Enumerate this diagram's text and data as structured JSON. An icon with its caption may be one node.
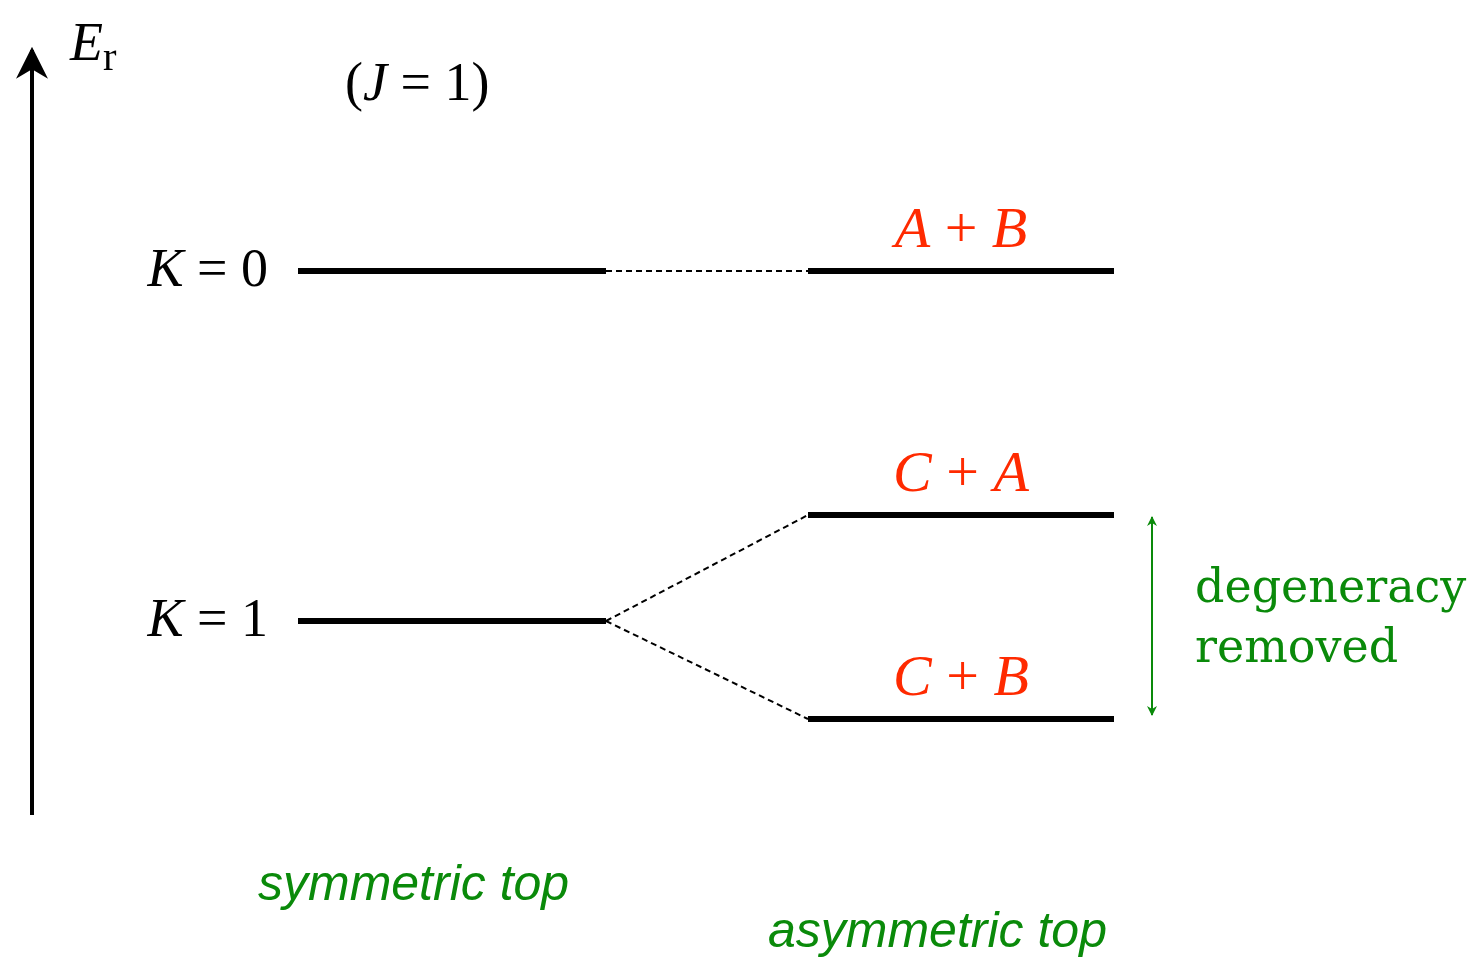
{
  "diagram": {
    "nodes": [
      {
        "text": [],
        "shape": "bar",
        "beside": [
          "*K* = 0"
        ]
      },
      {
        "text": [],
        "shape": "bar",
        "beside": [
          "*K* = 1"
        ]
      },
      {
        "text": [],
        "shape": "bar",
        "beside": [
          "*A* + *B*"
        ]
      },
      {
        "text": [],
        "shape": "bar",
        "beside": [
          "*C* + *A*"
        ]
      },
      {
        "text": [],
        "shape": "bar",
        "beside": [
          "*C* + *B*"
        ]
      }
    ],
    "edges": [
      {
        "from": 0,
        "to": 2,
        "arrow": "none",
        "style": "dashed"
      },
      {
        "from": 1,
        "to": 3,
        "arrow": "none",
        "style": "dashed"
      },
      {
        "from": 1,
        "to": 4,
        "arrow": "none",
        "style": "dashed"
      }
    ],
    "labels": [
      "*E*$_{r}$",
      "(*J* = 1)",
      "degeneracy removed",
      "symmetric top",
      "asymmetric top"
    ]
  }
}
